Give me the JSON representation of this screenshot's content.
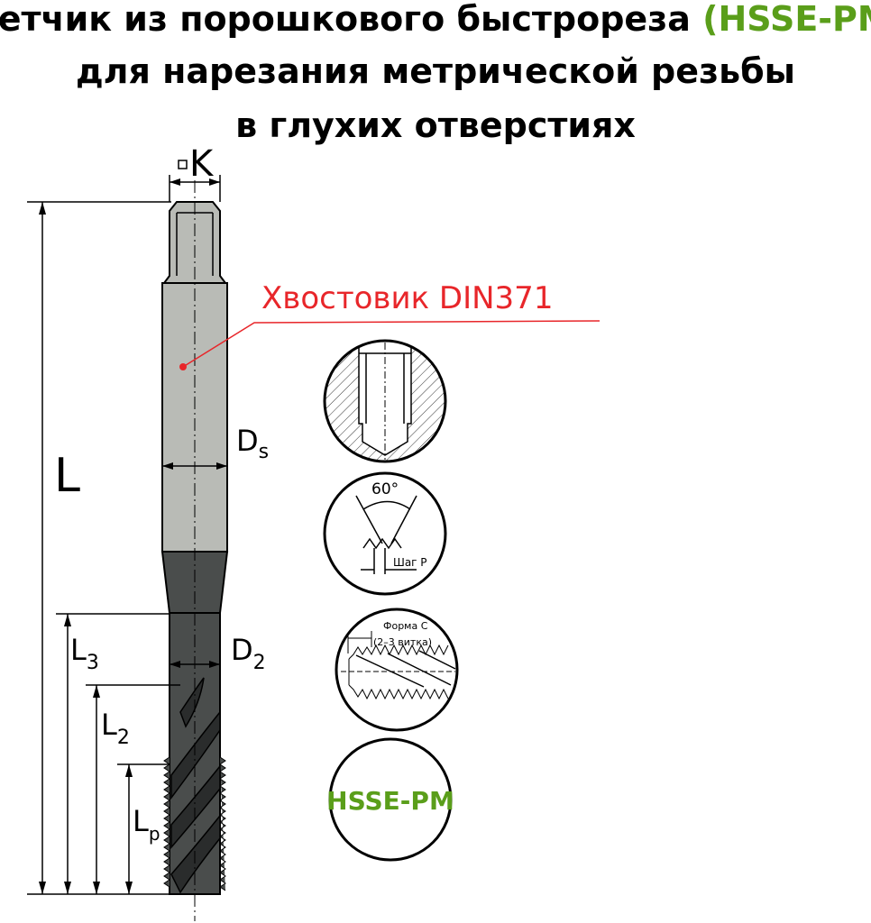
{
  "title": {
    "line1": "Метчик из порошкового быстрореза ",
    "line1_accent": "(HSSE-PM)",
    "line2": "для нарезания метрической резьбы",
    "line3": "в глухих отверстиях"
  },
  "labels": {
    "square": "K",
    "length": "L",
    "l3": "L",
    "l3_sub": "3",
    "l2": "L",
    "l2_sub": "2",
    "lp": "L",
    "lp_sub": "p",
    "ds": "D",
    "ds_sub": "s",
    "d2": "D",
    "d2_sub": "2",
    "shank_callout": "Хвостовик DIN371"
  },
  "details": {
    "angle": "60°",
    "pitch": "Шаг P",
    "chamfer_form": "Форма C",
    "chamfer_turns": "(2–3 витка)",
    "material": "HSSE-PM"
  },
  "colors": {
    "accent_green": "#5a9e1a",
    "callout_red": "#e8262a",
    "shank_gray": "#b9bbb6",
    "body_dark": "#4a4d4c"
  }
}
